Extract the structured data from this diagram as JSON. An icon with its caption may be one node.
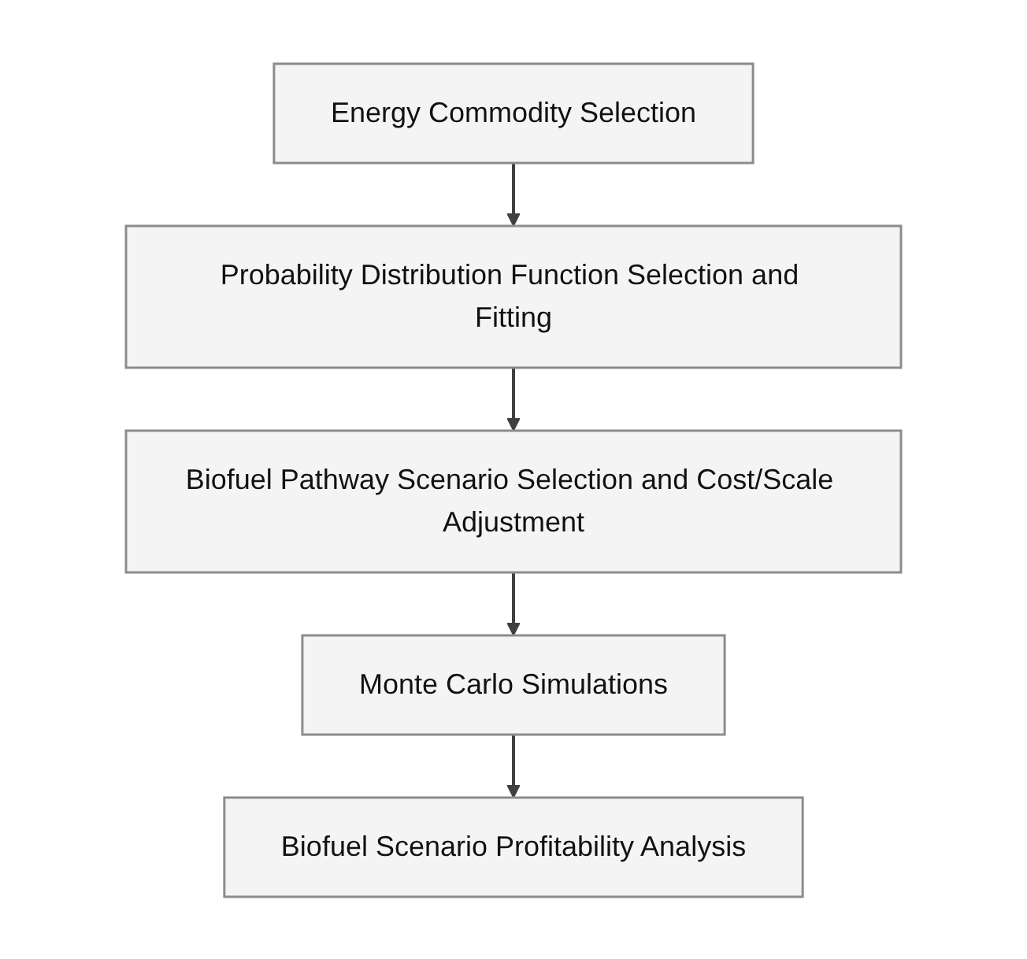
{
  "diagram": {
    "nodes": [
      {
        "text": [
          "Energy Commodity Selection"
        ]
      },
      {
        "text": [
          "Probability Distribution Function Selection and Fitting"
        ]
      },
      {
        "text": [
          "Biofuel Pathway Scenario Selection and Cost/Scale Adjustment"
        ]
      },
      {
        "text": [
          "Monte Carlo Simulations"
        ]
      },
      {
        "text": [
          "Biofuel Scenario Profitability Analysis"
        ]
      }
    ],
    "edges": [
      {
        "from": 0,
        "to": 1,
        "arrow": "to"
      },
      {
        "from": 1,
        "to": 2,
        "arrow": "to"
      },
      {
        "from": 2,
        "to": 3,
        "arrow": "to"
      },
      {
        "from": 3,
        "to": 4,
        "arrow": "to"
      }
    ]
  }
}
